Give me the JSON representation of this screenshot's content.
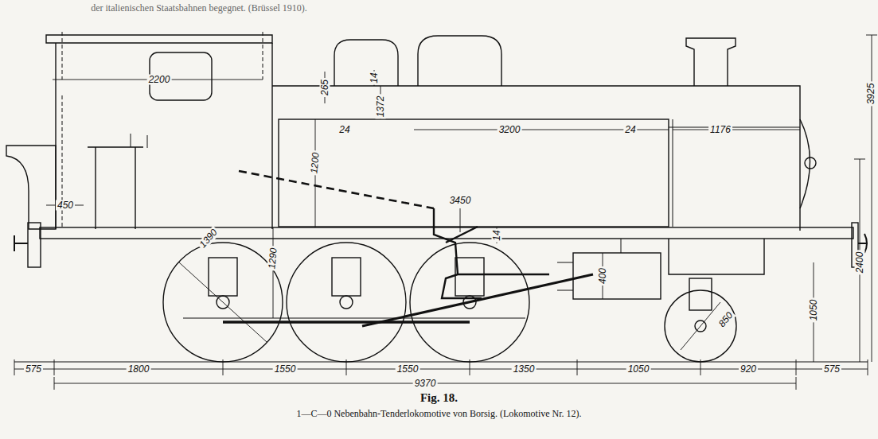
{
  "diagram": {
    "title": "Fig. 18.",
    "caption": "1—C—0 Nebenbahn-Tenderlokomotive von Borsig. (Lokomotive Nr. 12).",
    "labels": [
      "der italienischen Staatsbahnen begegnet. (Brüssel 1910).",
      "2200",
      "265",
      "14",
      "1372",
      "1200",
      "24",
      "3200",
      "24",
      "1176",
      "3925",
      "450",
      "1290",
      "3450",
      "14",
      "2400",
      "1390",
      "400",
      "1050",
      "850",
      "575",
      "1800",
      "1550",
      "1550",
      "1350",
      "1050",
      "920",
      "575",
      "9370"
    ]
  }
}
